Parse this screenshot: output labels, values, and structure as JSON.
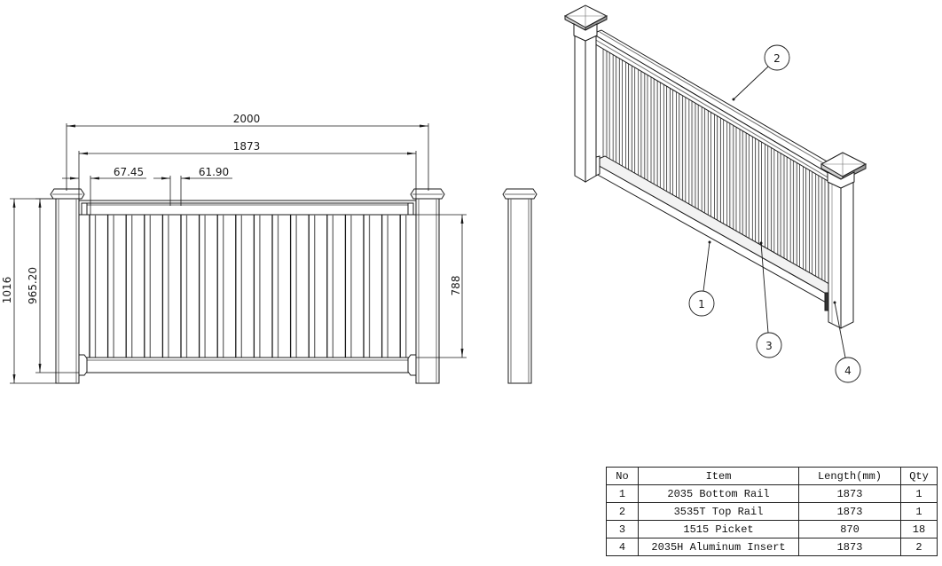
{
  "front_view": {
    "dimensions": {
      "overall_width": "2000",
      "rail_length": "1873",
      "first_picket_offset": "67.45",
      "picket_spacing": "61.90",
      "post_height": "1016",
      "top_rail_height": "965.20",
      "picket_opening_height": "788"
    },
    "picket_count": 18
  },
  "callouts": [
    {
      "number": "1",
      "target": "bottom-rail"
    },
    {
      "number": "2",
      "target": "top-rail"
    },
    {
      "number": "3",
      "target": "picket"
    },
    {
      "number": "4",
      "target": "aluminum-insert"
    }
  ],
  "bom": {
    "headers": {
      "no": "No",
      "item": "Item",
      "length": "Length(mm)",
      "qty": "Qty"
    },
    "rows": [
      {
        "no": "1",
        "item": "2035 Bottom Rail",
        "length": "1873",
        "qty": "1"
      },
      {
        "no": "2",
        "item": "3535T Top Rail",
        "length": "1873",
        "qty": "1"
      },
      {
        "no": "3",
        "item": "1515 Picket",
        "length": "870",
        "qty": "18"
      },
      {
        "no": "4",
        "item": "2035H Aluminum Insert",
        "length": "1873",
        "qty": "2"
      }
    ]
  },
  "colors": {
    "line": "#1a1a1a",
    "grey_line": "#6b6b6b",
    "background": "#ffffff"
  }
}
